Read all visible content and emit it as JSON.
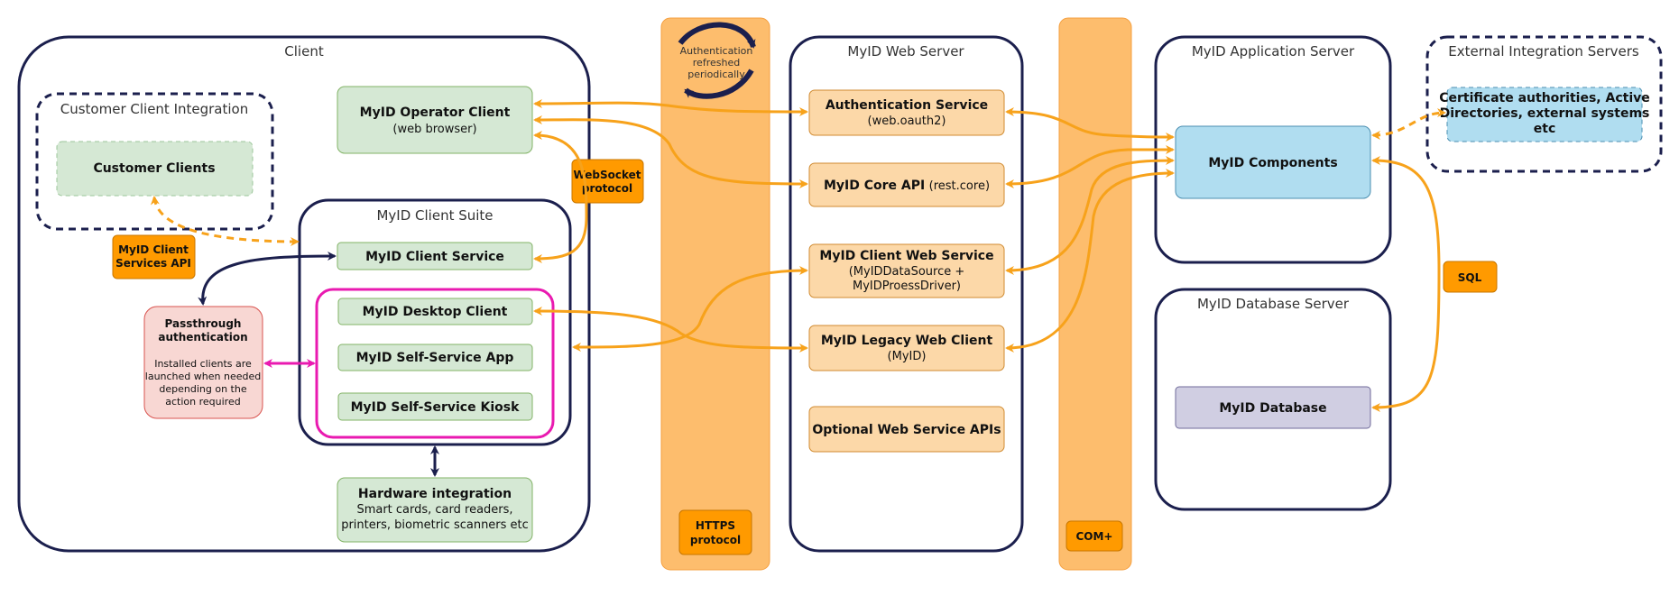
{
  "containers": {
    "client": "Client",
    "customer_integration": "Customer Client Integration",
    "client_suite": "MyID Client Suite",
    "web_server": "MyID Web Server",
    "app_server": "MyID Application Server",
    "external": "External Integration Servers",
    "db_server": "MyID Database Server"
  },
  "protocols": {
    "auth_refresh": [
      "Authentication",
      "refreshed",
      "periodically"
    ],
    "https": [
      "HTTPS",
      "protocol"
    ],
    "com": "COM+",
    "websocket": [
      "WebSocket",
      "protocol"
    ],
    "client_services_api": [
      "MyID Client",
      "Services API"
    ],
    "sql": "SQL"
  },
  "client_nodes": {
    "customer_clients": "Customer Clients",
    "operator_client": [
      "MyID Operator Client",
      "(web browser)"
    ],
    "client_service": "MyID Client Service",
    "desktop_client": "MyID Desktop Client",
    "self_service_app": "MyID Self-Service App",
    "self_service_kiosk": "MyID Self-Service Kiosk",
    "hardware": [
      "Hardware integration",
      "Smart cards, card readers,",
      "printers, biometric scanners etc"
    ],
    "passthrough": [
      "Passthrough",
      "authentication",
      "Installed clients are",
      "launched when needed",
      "depending on the",
      "action required"
    ]
  },
  "web_nodes": {
    "auth_service": [
      "Authentication Service",
      "(web.oauth2)"
    ],
    "core_api": [
      "MyID Core API",
      "(rest.core)"
    ],
    "client_web_service": [
      "MyID Client Web Service",
      "(MyIDDataSource +",
      "MyIDProessDriver)"
    ],
    "legacy_web_client": [
      "MyID Legacy Web Client",
      "(MyID)"
    ],
    "optional_apis": "Optional Web Service APIs"
  },
  "server_nodes": {
    "components": "MyID Components",
    "external_systems": [
      "Certificate authorities, Active",
      "Directories, external systems",
      "etc"
    ],
    "database": "MyID Database"
  },
  "colors": {
    "navy": "#1b1f4d",
    "arrow_orange": "#f7a21b",
    "protocol_fill": "#ff9a00",
    "band_fill": "#fdbd6d",
    "web_node_fill": "#fcd8a8",
    "client_node_fill": "#d5e8d4",
    "components_fill": "#b0ddf0",
    "db_fill": "#d0cee2",
    "passthrough_fill": "#f8d7d3",
    "magenta": "#e91ab0"
  }
}
